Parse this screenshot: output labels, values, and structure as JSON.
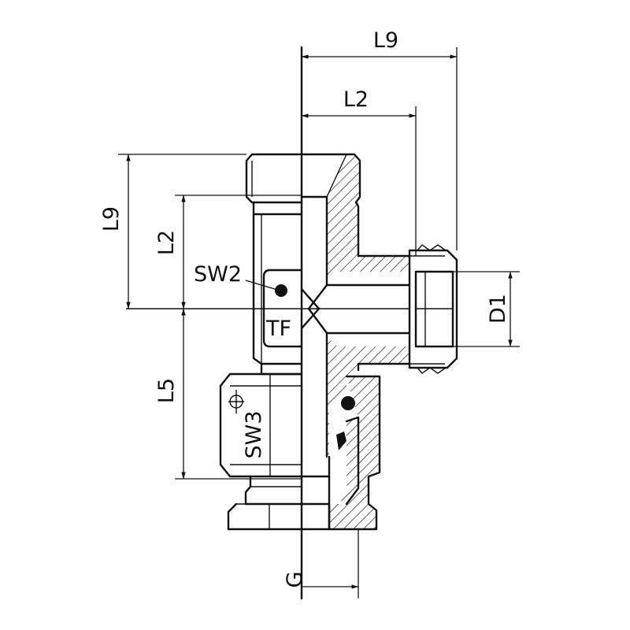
{
  "labels": {
    "l9_top": "L9",
    "l2_top": "L2",
    "l9_left": "L9",
    "l2_left": "L2",
    "l5": "L5",
    "d1": "D1",
    "sw2": "SW2",
    "sw3": "SW3",
    "tf": "TF",
    "g": "G"
  },
  "colors": {
    "line": "#111111",
    "background": "#ffffff"
  }
}
